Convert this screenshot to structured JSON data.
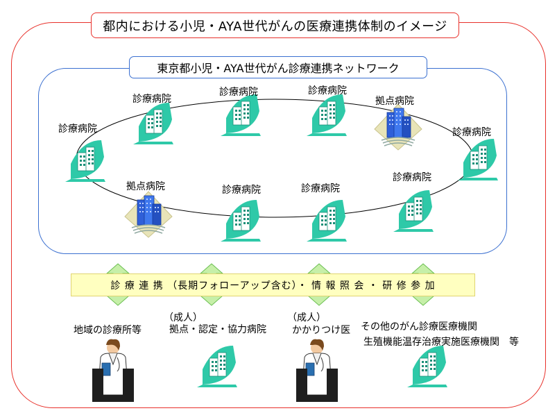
{
  "title": "都内における小児・AYA世代がんの医療連携体制のイメージ",
  "network": {
    "title": "東京都小児・AYA世代がん診療連携ネットワーク",
    "hospitals": {
      "upper_left": "診療病院",
      "upper_1": "診療病院",
      "upper_2": "診療病院",
      "upper_3": "診療病院",
      "hub_upper": "拠点病院",
      "right": "診療病院",
      "hub_lower": "拠点病院",
      "lower_1": "診療病院",
      "lower_2": "診療病院",
      "lower_3": "診療病院"
    }
  },
  "cooperation": "診 療 連 携 （長期フォローアップ含む）・ 情 報 照 会 ・ 研 修 参 加",
  "bottom": {
    "local_clinic": "地域の診療所等",
    "adult_hospitals_note": "（成人）",
    "adult_hospitals": "拠点・認定・協力病院",
    "family_doctor_note": "（成人）",
    "family_doctor": "かかりつけ医",
    "other_line1": "その他のがん診療医療機関",
    "other_line2": "生殖機能温存治療実施医療機関　等"
  },
  "colors": {
    "outer_frame": "#e8302a",
    "network_frame": "#3a6fd0",
    "arrow_fill": "#c6efa8",
    "arrow_stroke": "#6bbf52",
    "bar_fill": "#ffffc0",
    "clinic_icon": "#2ec9a8",
    "hub_icon": "#2f5fd8"
  }
}
